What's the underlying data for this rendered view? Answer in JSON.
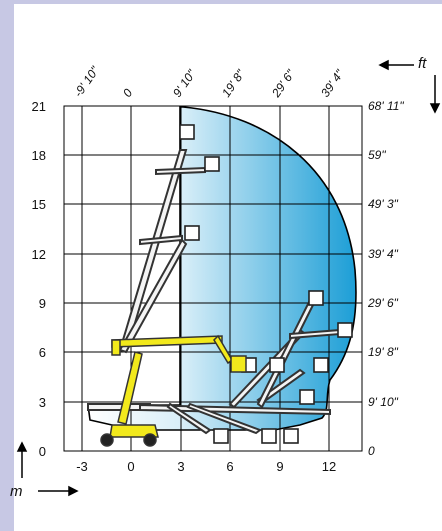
{
  "diagram": {
    "x_ticks_m": [
      "-3",
      "0",
      "3",
      "6",
      "9",
      "12"
    ],
    "y_ticks_m": [
      "0",
      "3",
      "6",
      "9",
      "12",
      "15",
      "18",
      "21"
    ],
    "top_ticks_ft": [
      "-9' 10\"",
      "0",
      "9' 10\"",
      "19' 8\"",
      "29' 6\"",
      "39' 4\""
    ],
    "right_ticks_ft": [
      "0",
      "9' 10\"",
      "19' 8\"",
      "29' 6\"",
      "39' 4\"",
      "49' 3\"",
      "59\"",
      "68' 11\""
    ],
    "unit_m": "m",
    "unit_ft": "ft"
  },
  "colors": {
    "sidebar": "#c7c8e4",
    "envelope_dark": "#1c9ed6",
    "envelope_light": "#ffffff",
    "boom": "#f2e91c",
    "grid": "#000000"
  }
}
